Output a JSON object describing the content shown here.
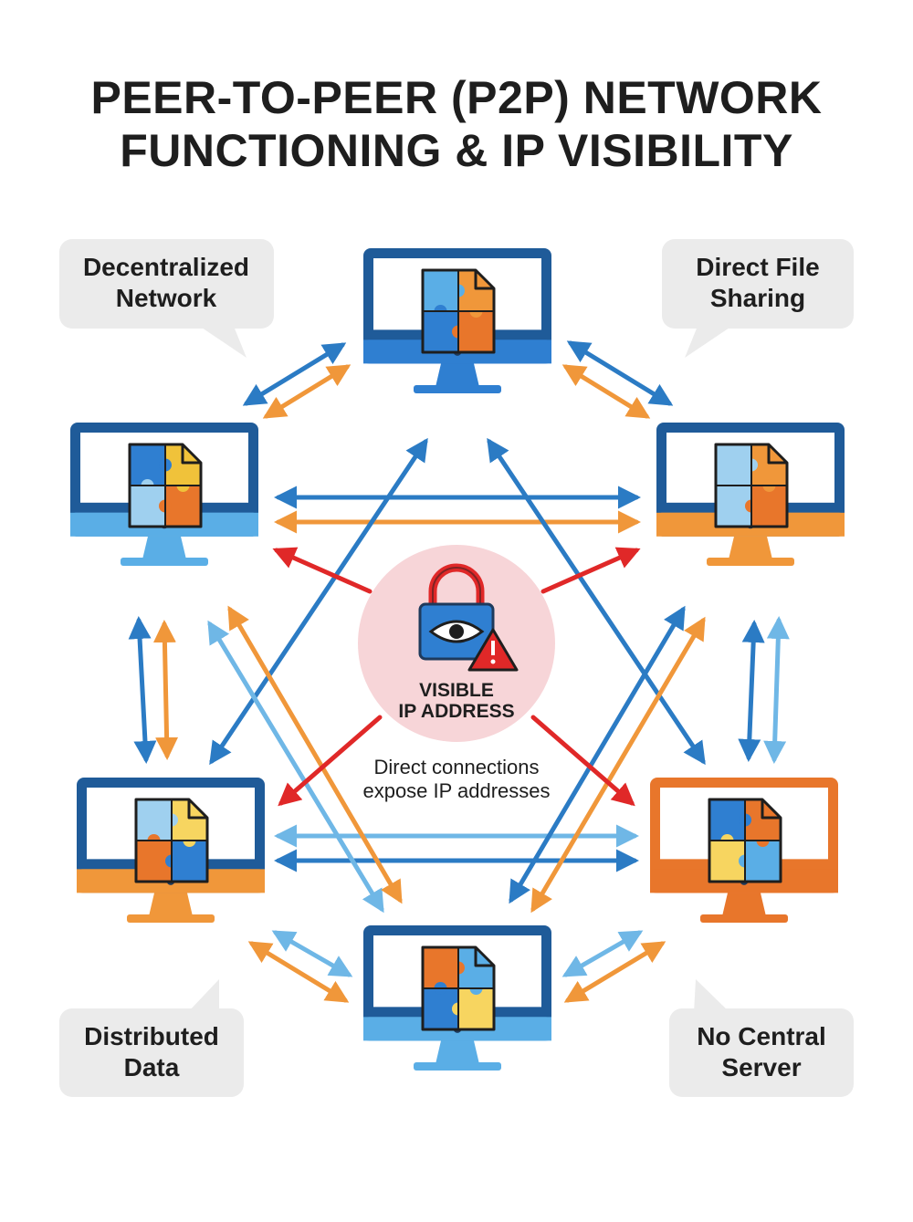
{
  "title": {
    "line1": "PEER-TO-PEER (P2P) NETWORK",
    "line2": "FUNCTIONING & IP VISIBILITY"
  },
  "callouts": {
    "top_left": [
      "Decentralized",
      "Network"
    ],
    "top_right": [
      "Direct File",
      "Sharing"
    ],
    "bottom_left": [
      "Distributed",
      "Data"
    ],
    "bottom_right": [
      "No Central",
      "Server"
    ]
  },
  "center": {
    "label_line1": "VISIBLE",
    "label_line2": "IP ADDRESS",
    "note_line1": "Direct connections",
    "note_line2": "expose IP addresses",
    "icon": "padlock-eye-warning-icon"
  },
  "nodes": [
    {
      "id": "top",
      "icon": "puzzle-file-icon",
      "frame": "#1f5b99",
      "base": "#2f7fd1"
    },
    {
      "id": "upper-left",
      "icon": "puzzle-file-icon",
      "frame": "#1f5b99",
      "base": "#5aaee6"
    },
    {
      "id": "upper-right",
      "icon": "puzzle-file-icon",
      "frame": "#1f5b99",
      "base": "#f0973a"
    },
    {
      "id": "lower-left",
      "icon": "puzzle-file-icon",
      "frame": "#1f5b99",
      "base": "#f0973a"
    },
    {
      "id": "lower-right",
      "icon": "puzzle-file-icon",
      "frame": "#e8762b",
      "base": "#e8762b"
    },
    {
      "id": "bottom",
      "icon": "puzzle-file-icon",
      "frame": "#1f5b99",
      "base": "#5aaee6"
    }
  ],
  "colors": {
    "blue": "#2b7bc4",
    "light_blue": "#6fb7e6",
    "orange": "#f0973a",
    "red": "#e02828",
    "center_circle": "#f7d5d8",
    "bubble": "#ebebeb"
  }
}
